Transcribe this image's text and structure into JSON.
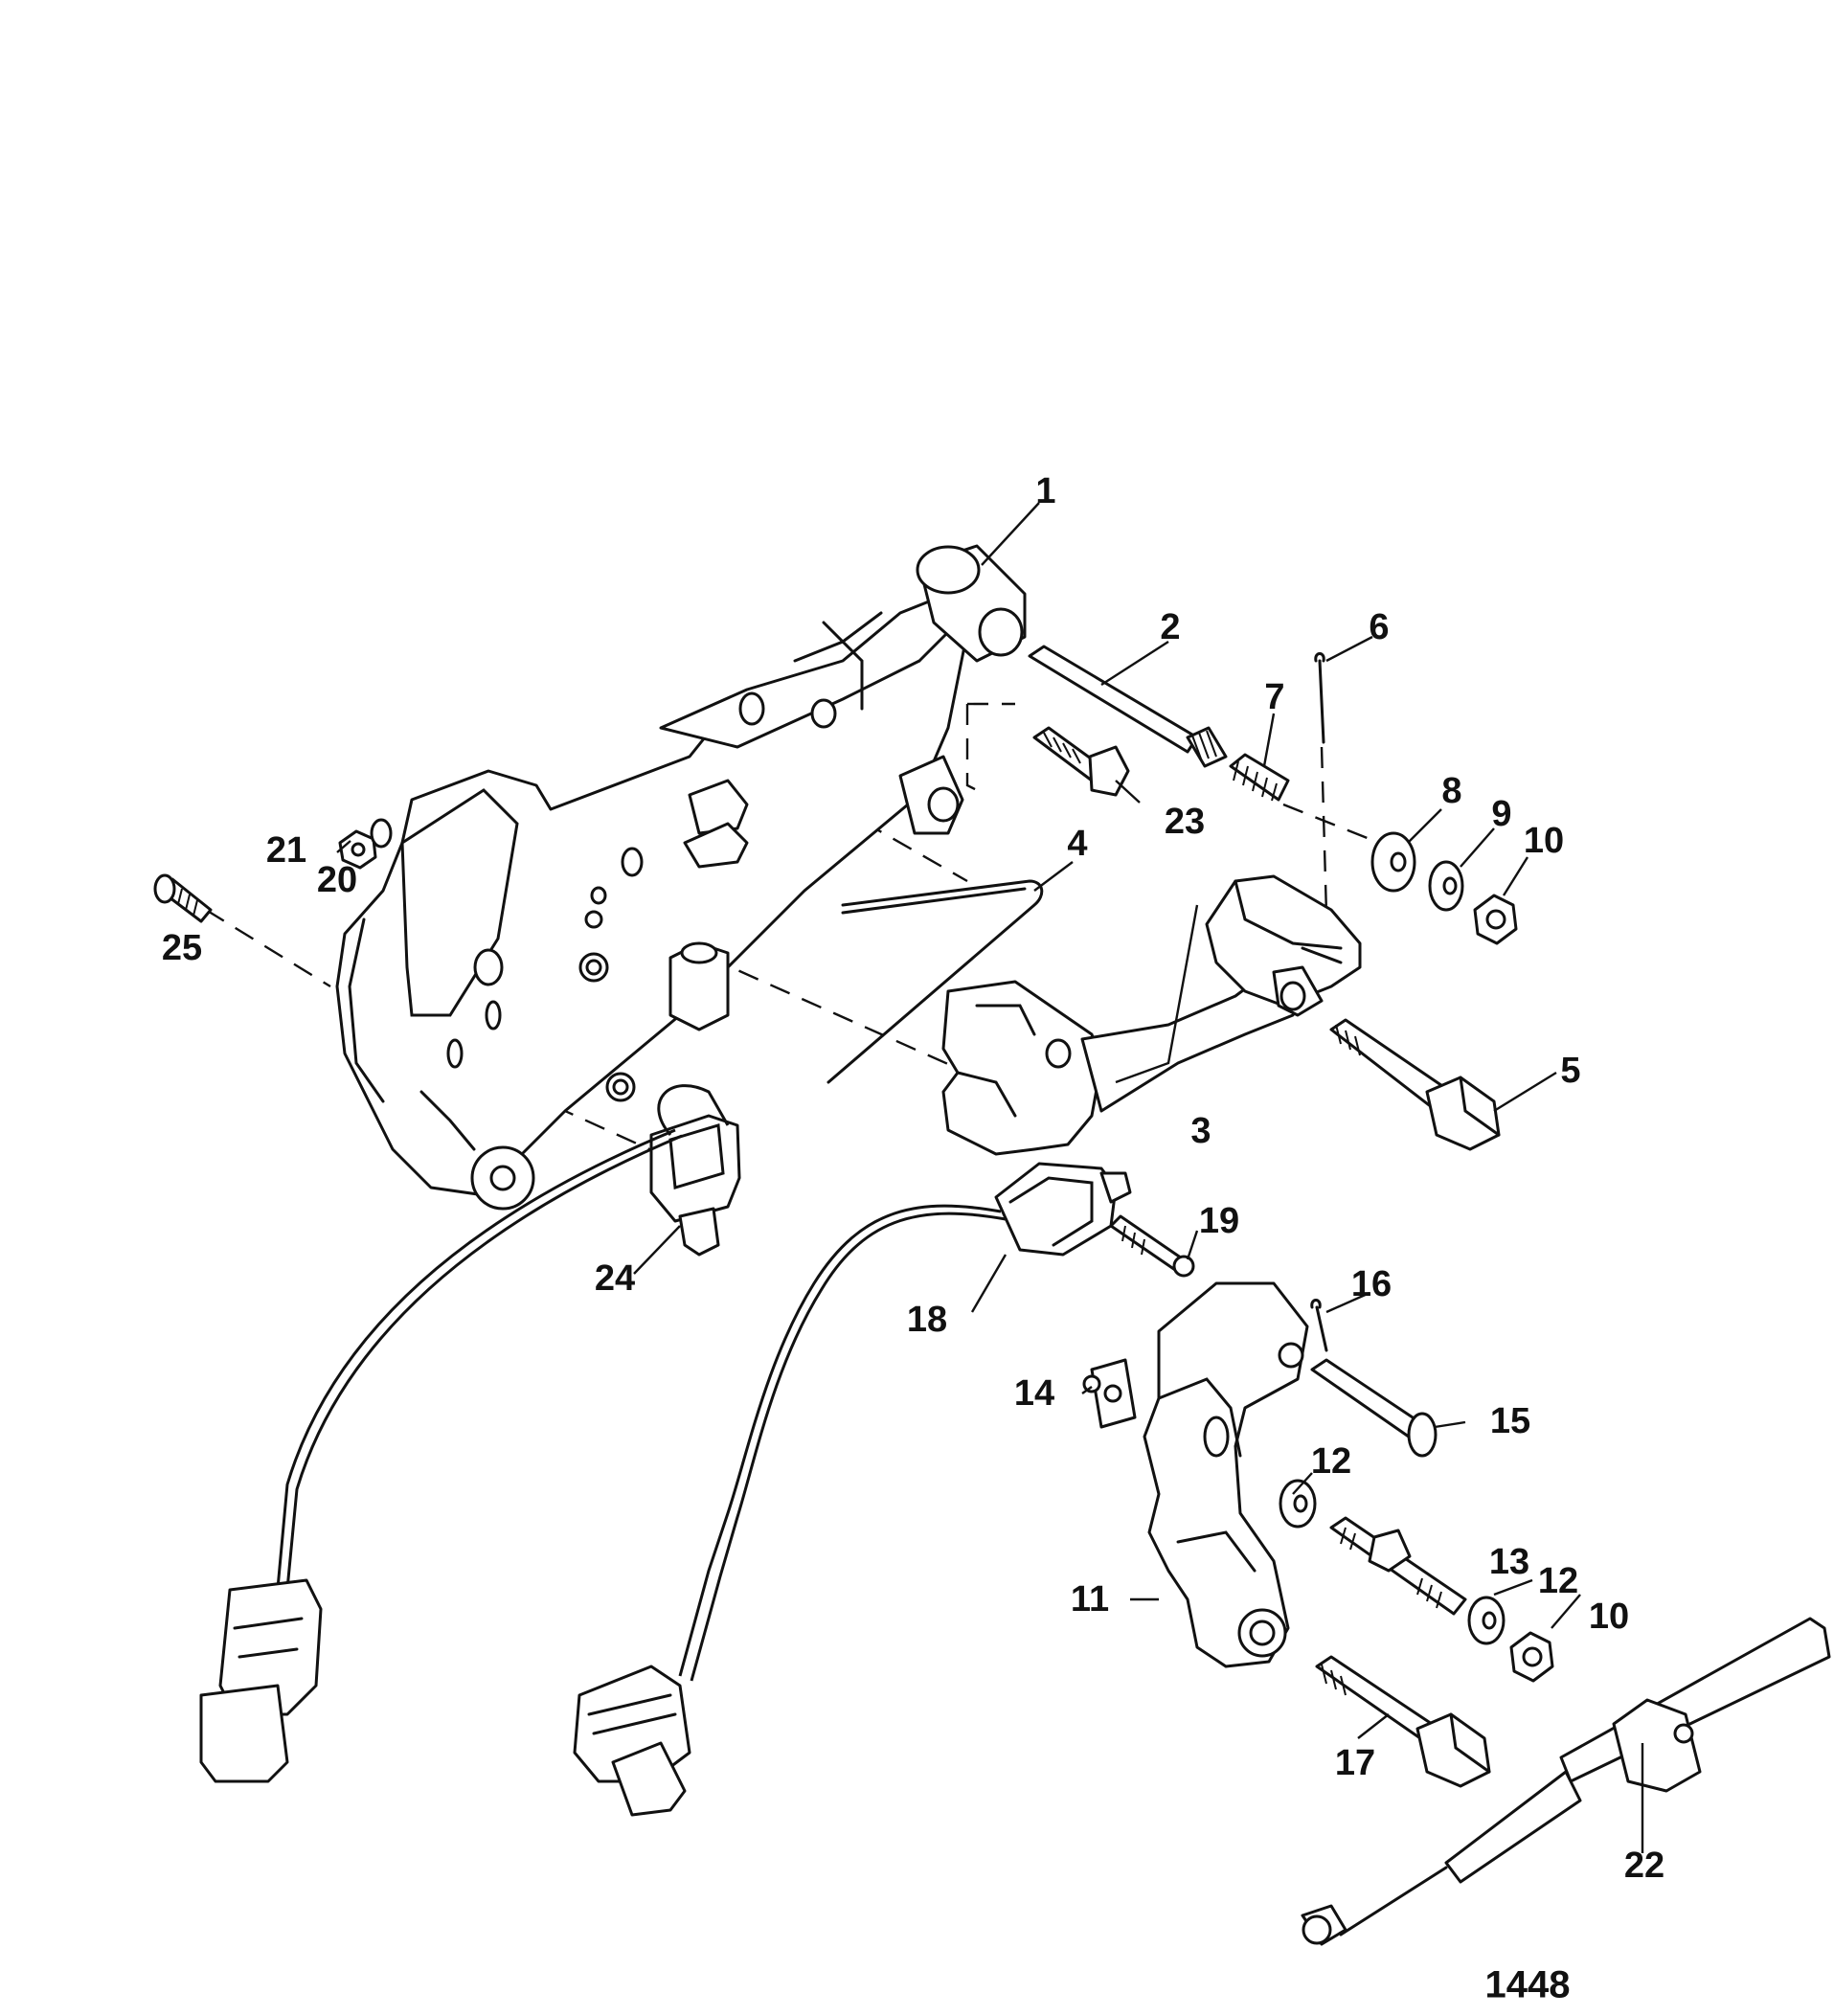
{
  "figure_number": "1448",
  "callouts": [
    "1",
    "2",
    "3",
    "4",
    "5",
    "6",
    "7",
    "8",
    "9",
    "10",
    "11",
    "12",
    "13",
    "14",
    "15",
    "16",
    "17",
    "18",
    "19",
    "20",
    "21",
    "22",
    "23",
    "24",
    "25"
  ],
  "callout_10b": "10",
  "callout_12b": "12"
}
